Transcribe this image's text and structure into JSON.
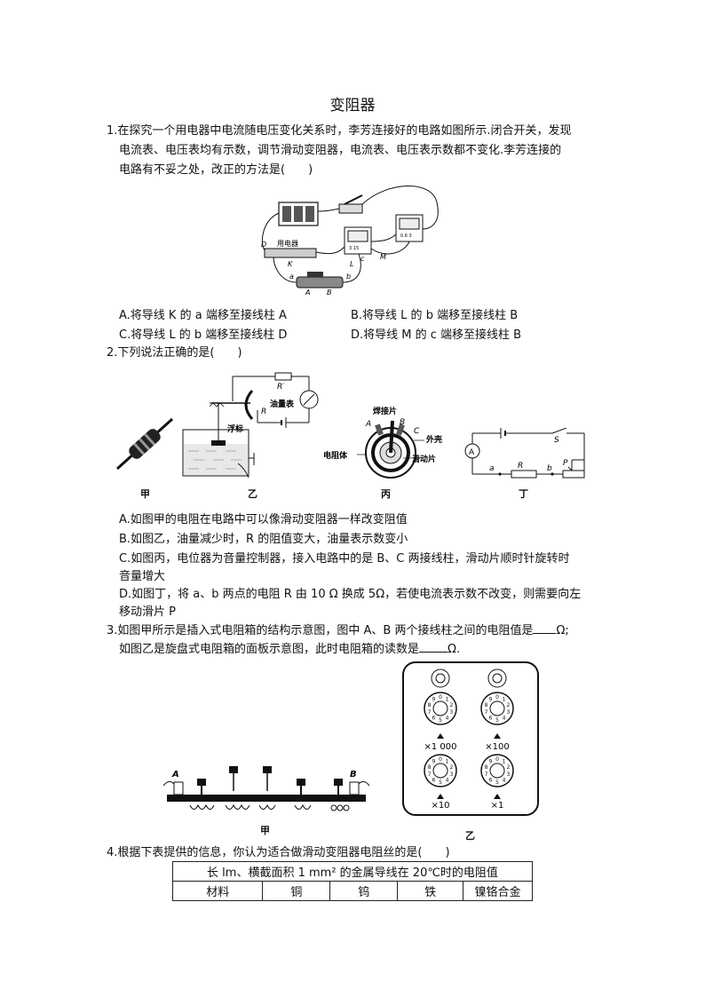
{
  "page_title": "变阻器",
  "q1": {
    "stem": [
      "1.在探究一个用电器中电流随电压变化关系时，李芳连接好的电路如图所示.闭合开关，发现",
      "电流表、电压表均有示数，调节滑动变阻器，电流表、电压表示数都不变化.李芳连接的",
      "电路有不妥之处，改正的方法是(　　)"
    ],
    "figure_labels": {
      "device": "用电器",
      "d": "D",
      "k": "K",
      "l": "L",
      "m": "M",
      "a": "a",
      "b": "b",
      "c": "c",
      "A": "A",
      "B": "B",
      "meter1": "3  15",
      "meter2": "0.6  3"
    },
    "options": {
      "A": "A.将导线 K 的 a 端移至接线柱 A",
      "B": "B.将导线 L 的 b 端移至接线柱 B",
      "C": "C.将导线 L 的 b 端移至接线柱 D",
      "D": "D.将导线 M 的 c 端移至接线柱 B"
    }
  },
  "q2": {
    "stem": "2.下列说法正确的是(　　)",
    "figures": {
      "jia_caption": "甲",
      "yi_caption": "乙",
      "bing_caption": "丙",
      "ding_caption": "丁",
      "yi_labels": {
        "rprime": "R′",
        "r": "R",
        "meter": "油量表",
        "float": "浮标"
      },
      "bing_labels": {
        "tab": "焊接片",
        "a": "A",
        "b": "B",
        "c": "C",
        "shell": "外壳",
        "body": "电阻体",
        "slider": "滑动片"
      },
      "ding_labels": {
        "ammeter": "A",
        "s": "S",
        "a": "a",
        "r": "R",
        "b": "b",
        "p": "P"
      }
    },
    "options": {
      "A": "A.如图甲的电阻在电路中可以像滑动变阻器一样改变阻值",
      "B": "B.如图乙，油量减少时，R 的阻值变大，油量表示数变小",
      "C1": "C.如图丙，电位器为音量控制器，接入电路中的是 B、C 两接线柱，滑动片顺时针旋转时",
      "C2": "音量增大",
      "D1": "D.如图丁，将 a、b 两点的电阻 R 由 10 Ω 换成 5Ω，若使电流表示数不改变，则需要向左",
      "D2": "移动滑片 P"
    }
  },
  "q3": {
    "stem1_a": "3.如图甲所示是插入式电阻箱的结构示意图，图中 A、B 两个接线柱之间的电阻值是",
    "stem1_b": "Ω;",
    "stem2_a": "如图乙是旋盘式电阻箱的面板示意图，此时电阻箱的读数是",
    "stem2_b": "Ω.",
    "figures": {
      "jia_caption": "甲",
      "yi_caption": "乙",
      "jia_labels": {
        "a": "A",
        "b": "B"
      },
      "dials": [
        "×1 000",
        "×100",
        "×10",
        "×1"
      ]
    }
  },
  "q4": {
    "stem": "4.根据下表提供的信息，你认为适合做滑动变阻器电阻丝的是(　　)",
    "table": {
      "caption": "长 lm、横截面积 1 mm² 的金属导线在 20℃时的电阻值",
      "headers": [
        "材料",
        "铜",
        "钨",
        "铁",
        "镍铬合金"
      ]
    }
  }
}
